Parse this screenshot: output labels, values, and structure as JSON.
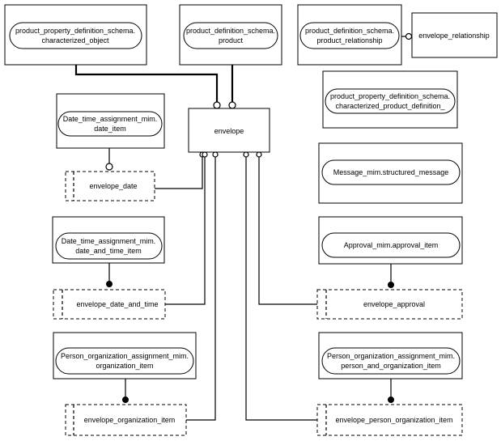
{
  "top_entities": {
    "characterized_object": [
      "product_property_definition_schema.",
      "characterized_object"
    ],
    "product": [
      "product_definition_schema.",
      "product"
    ],
    "product_relationship": [
      "product_definition_schema.",
      "product_relationship"
    ],
    "envelope_relationship": "envelope_relationship",
    "characterized_product_definition": [
      "product_property_definition_schema.",
      "characterized_product_definition_"
    ]
  },
  "envelope": "envelope",
  "left_column": {
    "date_item": [
      "Date_time_assignment_mim.",
      "date_item"
    ],
    "envelope_date": "envelope_date",
    "date_and_time_item": [
      "Date_time_assignment_mim.",
      "date_and_time_item"
    ],
    "envelope_date_and_time": "envelope_date_and_time",
    "organization_item": [
      "Person_organization_assignment_mim.",
      "organization_item"
    ],
    "envelope_organization_item": "envelope_organization_item"
  },
  "right_column": {
    "structured_message": "Message_mim.structured_message",
    "approval_item": "Approval_mim.approval_item",
    "envelope_approval": "envelope_approval",
    "person_and_organization_item": [
      "Person_organization_assignment_mim.",
      "person_and_organization_item"
    ],
    "envelope_person_organization_item": "envelope_person_organization_item"
  }
}
